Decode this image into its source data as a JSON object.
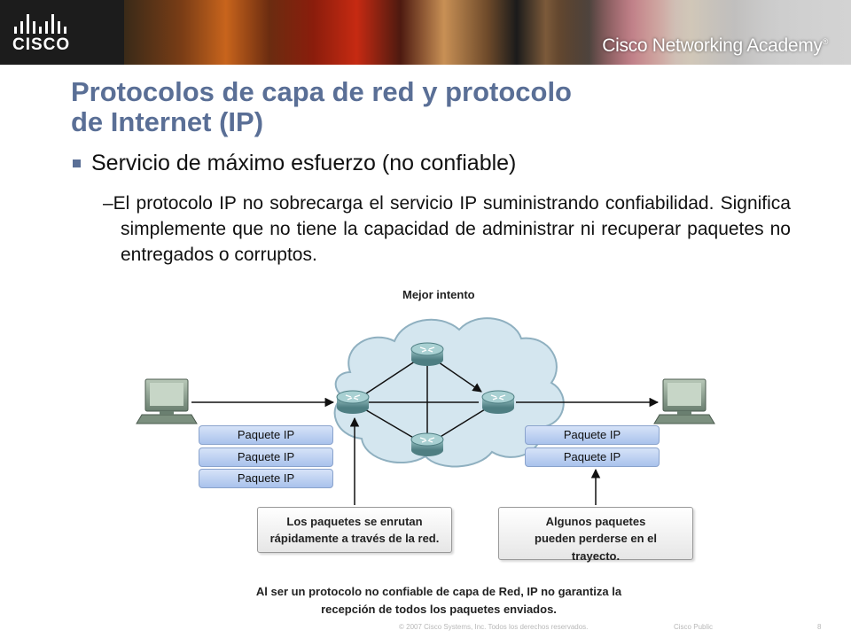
{
  "banner": {
    "logo_text": "CISCO",
    "academy_text": "Cisco Networking Academy",
    "academy_mark": "®"
  },
  "slide": {
    "title_line1": "Protocolos de capa de red y protocolo",
    "title_line2": "de Internet (IP)",
    "bullet": "Servicio de máximo esfuerzo (no confiable)",
    "subtext": "–El protocolo IP no sobrecarga el servicio IP suministrando confiabilidad. Significa simplemente que no tiene la capacidad de administrar ni recuperar paquetes no entregados o corruptos."
  },
  "diagram": {
    "title": "Mejor intento",
    "left_packets": [
      "Paquete IP",
      "Paquete IP",
      "Paquete IP"
    ],
    "right_packets": [
      "Paquete IP",
      "Paquete IP"
    ],
    "callout_left_line1": "Los paquetes se enrutan",
    "callout_left_line2": "rápidamente a través de la red.",
    "callout_right_line1": "Algunos paquetes",
    "callout_right_line2": "pueden perderse en el",
    "callout_right_line3": "trayecto.",
    "caption_line1": "Al ser un protocolo no confiable de capa de Red, IP no garantiza la",
    "caption_line2": "recepción de todos los paquetes enviados.",
    "colors": {
      "packet_fill": "#a9c2ec",
      "cloud_fill": "#d4e6ef",
      "router_fill": "#6f9c9f",
      "title_color": "#5a6f96"
    }
  },
  "footer": {
    "copyright": "© 2007 Cisco Systems, Inc. Todos los derechos reservados.",
    "classification": "Cisco Public",
    "page_number": "8"
  }
}
